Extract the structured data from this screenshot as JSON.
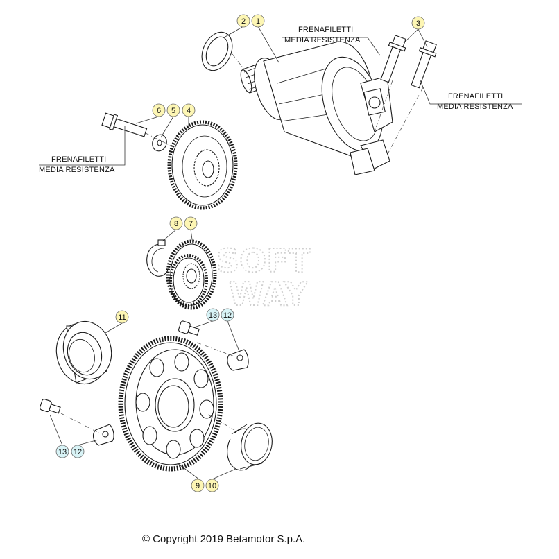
{
  "callouts": [
    {
      "id": "c2",
      "num": "2",
      "color": "#fdf6b4",
      "name": "callout-2"
    },
    {
      "id": "c1",
      "num": "1",
      "color": "#fdf6b4",
      "name": "callout-1"
    },
    {
      "id": "c3",
      "num": "3",
      "color": "#fdf6b4",
      "name": "callout-3"
    },
    {
      "id": "c6",
      "num": "6",
      "color": "#fdf6b4",
      "name": "callout-6"
    },
    {
      "id": "c5",
      "num": "5",
      "color": "#fdf6b4",
      "name": "callout-5"
    },
    {
      "id": "c4",
      "num": "4",
      "color": "#fdf6b4",
      "name": "callout-4"
    },
    {
      "id": "c8",
      "num": "8",
      "color": "#fdf6b4",
      "name": "callout-8"
    },
    {
      "id": "c7",
      "num": "7",
      "color": "#fdf6b4",
      "name": "callout-7"
    },
    {
      "id": "c11",
      "num": "11",
      "color": "#fdf6b4",
      "name": "callout-11"
    },
    {
      "id": "c13a",
      "num": "13",
      "color": "#d8f3f6",
      "name": "callout-13-upper"
    },
    {
      "id": "c12a",
      "num": "12",
      "color": "#d8f3f6",
      "name": "callout-12-upper"
    },
    {
      "id": "c13b",
      "num": "13",
      "color": "#d8f3f6",
      "name": "callout-13-lower"
    },
    {
      "id": "c12b",
      "num": "12",
      "color": "#d8f3f6",
      "name": "callout-12-lower"
    },
    {
      "id": "c9",
      "num": "9",
      "color": "#fdf6b4",
      "name": "callout-9"
    },
    {
      "id": "c10",
      "num": "10",
      "color": "#fdf6b4",
      "name": "callout-10"
    }
  ],
  "notes": {
    "threadlocker_line1": "FRENAFILETTI",
    "threadlocker_line2": "MEDIA RESISTENZA"
  },
  "watermark": {
    "line1": "SOFT",
    "line2": "WAY"
  },
  "footer": {
    "copyright": "© Copyright 2019 Betamotor S.p.A."
  }
}
